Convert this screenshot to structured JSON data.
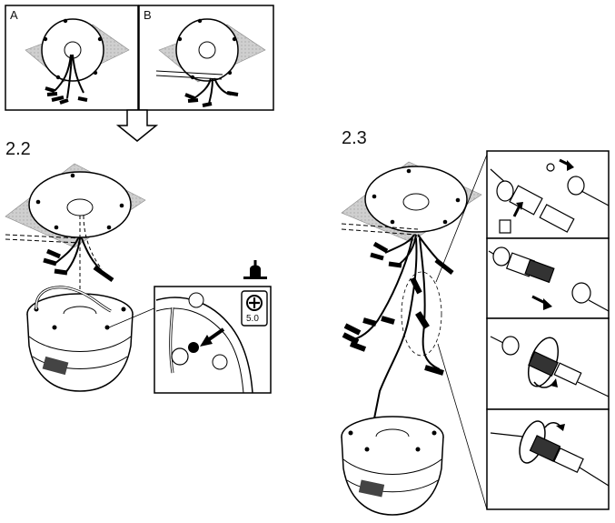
{
  "panels": {
    "a": {
      "label": "A"
    },
    "b": {
      "label": "B"
    }
  },
  "steps": {
    "s22": {
      "label": "2.2"
    },
    "s23": {
      "label": "2.3"
    }
  },
  "tool_spec": "5.0"
}
